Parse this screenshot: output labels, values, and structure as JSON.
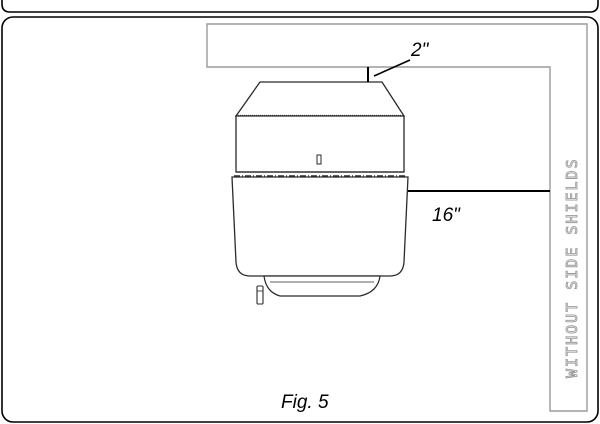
{
  "figure": {
    "caption": "Fig. 5",
    "top_clearance_label": "2\"",
    "side_clearance_label": "16\"",
    "wall_label": "WITHOUT SIDE SHIELDS"
  },
  "colors": {
    "frame": "#000000",
    "wall_outline": "#9a9a9a",
    "appliance_outline": "#2a2a2a",
    "dimension_line": "#000000"
  }
}
